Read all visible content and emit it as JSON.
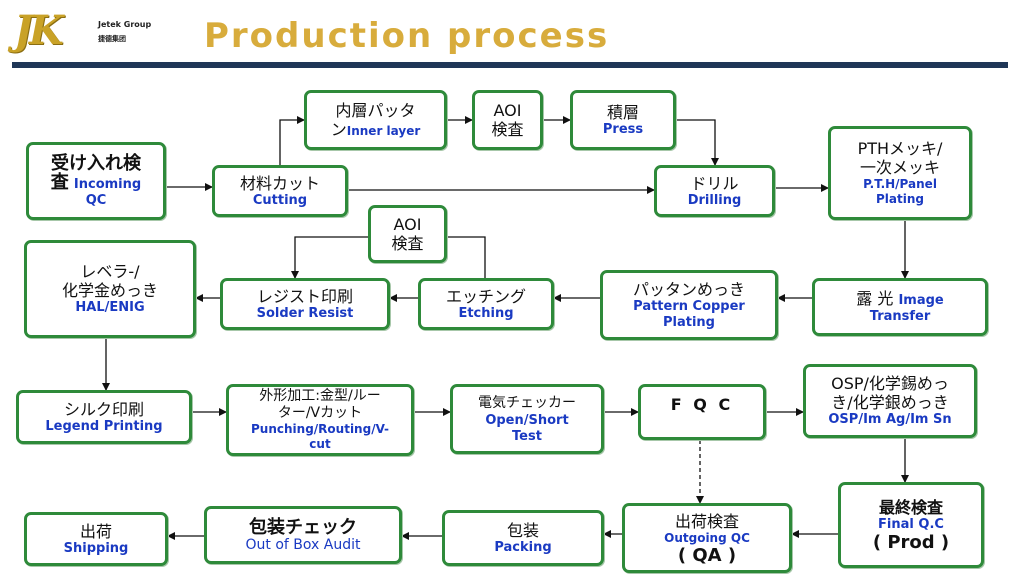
{
  "header": {
    "logo_mark": "JK",
    "logo_en": "Jetek Group",
    "logo_cn": "捷德集团",
    "title": "Production process"
  },
  "steps": {
    "incoming": {
      "jp1": "受け入れ検",
      "jp2": "査",
      "en1": "Incoming",
      "en2": "QC"
    },
    "cutting": {
      "jp": "材料カット",
      "en": "Cutting"
    },
    "inner": {
      "jp": "内層パッタ",
      "jp2": "ン",
      "en": "Inner layer"
    },
    "aoi1": {
      "jp1": "AOI",
      "jp2": "検査"
    },
    "press": {
      "jp": "積層",
      "en": "Press"
    },
    "drilling": {
      "jp": "ドリル",
      "en": "Drilling"
    },
    "pth": {
      "jp1": "PTHメッキ/",
      "jp2": "一次メッキ",
      "en1": "P.T.H/Panel",
      "en2": "Plating"
    },
    "image": {
      "jp": "露 光",
      "en1": "Image",
      "en2": "Transfer"
    },
    "pattern": {
      "jp": "パッタンめっき",
      "en1": "Pattern Copper",
      "en2": "Plating"
    },
    "etching": {
      "jp": "エッチング",
      "en": "Etching"
    },
    "aoi2": {
      "jp1": "AOI",
      "jp2": "検査"
    },
    "solder": {
      "jp": "レジスト印刷",
      "en": "Solder Resist"
    },
    "hal": {
      "jp1": "レベラ-/",
      "jp2": "化学金めっき",
      "en": "HAL/ENIG"
    },
    "legend": {
      "jp": "シルク印刷",
      "en": "Legend Printing"
    },
    "punching": {
      "jp1": "外形加工:金型/ルー",
      "jp2": "ター/Vカット",
      "en1": "Punching/Routing/V-",
      "en2": "cut"
    },
    "openshort": {
      "jp": "電気チェッカー",
      "en1": "Open/Short",
      "en2": "Test"
    },
    "fqc": {
      "label": "F Q C"
    },
    "osp": {
      "jp1": "OSP/化学錫めっ",
      "jp2": "き/化学銀めっき",
      "en": "OSP/Im Ag/Im Sn"
    },
    "finalqc": {
      "jp": "最終検査",
      "en": "Final Q.C",
      "jp2": "( Prod )"
    },
    "outgoing": {
      "jp": "出荷検査",
      "en": "Outgoing QC",
      "jp2": "( QA )"
    },
    "packing": {
      "jp": "包装",
      "en": "Packing"
    },
    "boxaudit": {
      "jp": "包装チェック",
      "en": "Out of Box Audit"
    },
    "shipping": {
      "jp": "出荷",
      "en": "Shipping"
    }
  },
  "colors": {
    "title": "#d8ac3c",
    "rule": "#1f3657",
    "border": "#2e8a3a",
    "english": "#1a3ac2"
  }
}
